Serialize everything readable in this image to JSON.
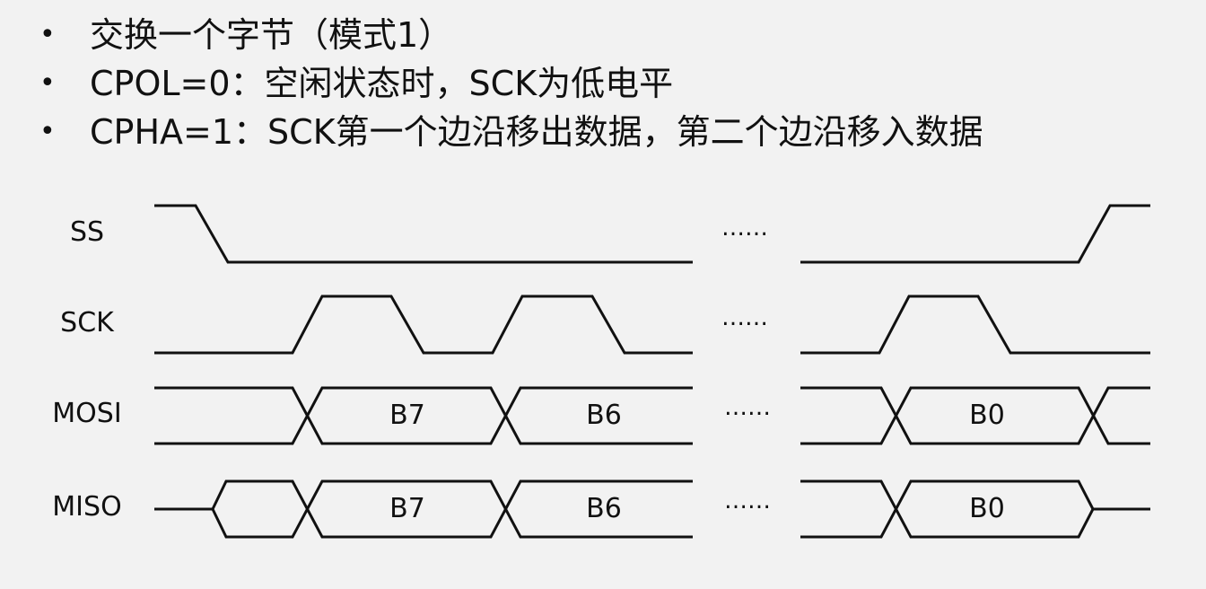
{
  "bullets": [
    {
      "marker": "•",
      "text": "交换一个字节（模式1）"
    },
    {
      "marker": "•",
      "text": "CPOL=0：空闲状态时，SCK为低电平"
    },
    {
      "marker": "•",
      "text": "CPHA=1：SCK第一个边沿移出数据，第二个边沿移入数据"
    }
  ],
  "signals": {
    "ss": "SS",
    "sck": "SCK",
    "mosi": "MOSI",
    "miso": "MISO"
  },
  "bytes": {
    "mosi": [
      "B7",
      "B6",
      "B0"
    ],
    "miso": [
      "B7",
      "B6",
      "B0"
    ]
  },
  "ellipsis": "……"
}
